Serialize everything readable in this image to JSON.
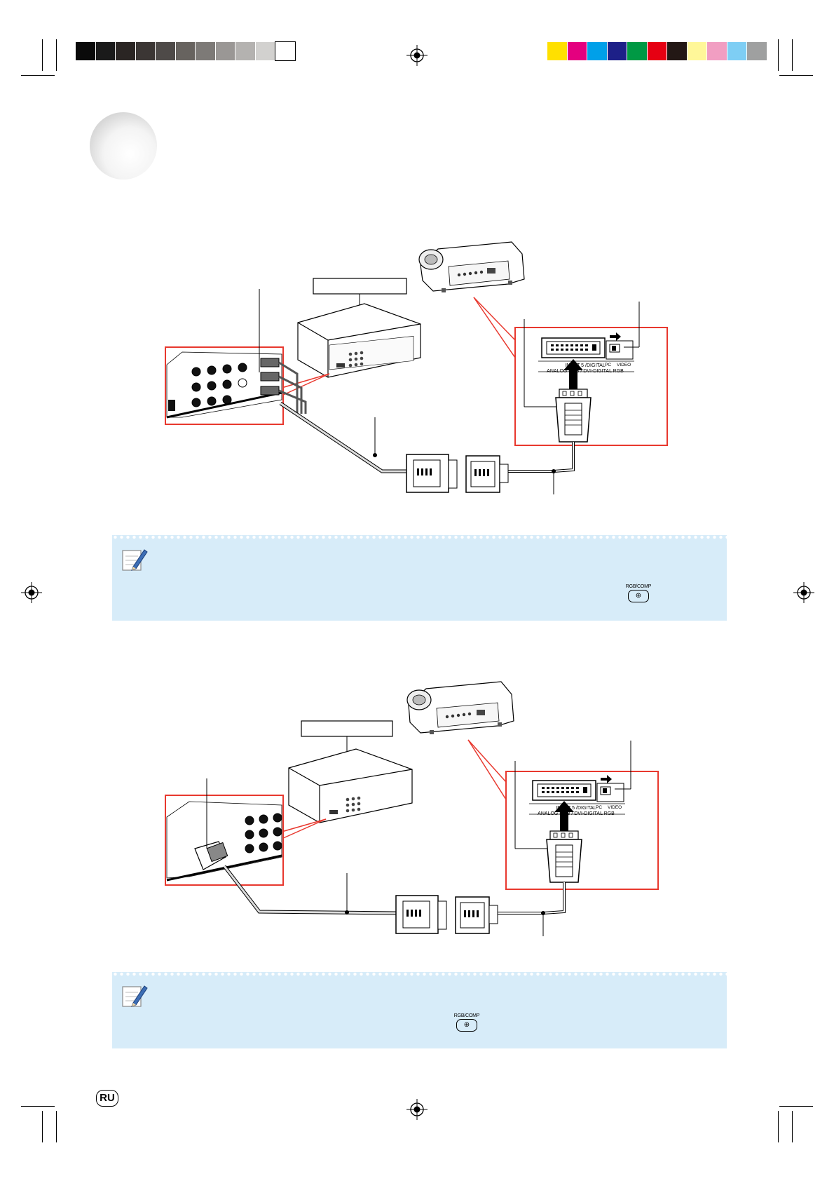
{
  "colors": {
    "gray_bar": [
      "#0a0a0a",
      "#1a1a1a",
      "#2a2523",
      "#3b3634",
      "#4e4a48",
      "#67635f",
      "#7d7a77",
      "#9a9795",
      "#b4b2b0",
      "#d2d1cf",
      "#ffffff"
    ],
    "color_bar": [
      "#ffe000",
      "#e4007f",
      "#00a0e9",
      "#1d2088",
      "#009944",
      "#e60012",
      "#231815",
      "#fff799",
      "#f19ec2",
      "#7ecef4",
      "#9fa0a0"
    ],
    "note_background": "#d7ecf9",
    "callout_red": "#e8382e"
  },
  "diagram_top": {
    "switch_labels": {
      "pc": "PC",
      "video": "VIDEO"
    },
    "input_label_line1": "INPUT 5 /DIGITAL",
    "input_label_line2": "ANALOG RGB / DVI-DIGITAL RGB"
  },
  "note_top": {
    "button_label": "RGB/COMP",
    "button_icon": "input-icon"
  },
  "diagram_bottom": {
    "switch_labels": {
      "pc": "PC",
      "video": "VIDEO"
    },
    "input_label_line1": "INPUT 5 /DIGITAL",
    "input_label_line2": "ANALOG RGB / DVI-DIGITAL RGB"
  },
  "note_bottom": {
    "button_label": "RGB/COMP",
    "button_icon": "input-icon"
  },
  "footer": {
    "language_badge": "RU"
  }
}
